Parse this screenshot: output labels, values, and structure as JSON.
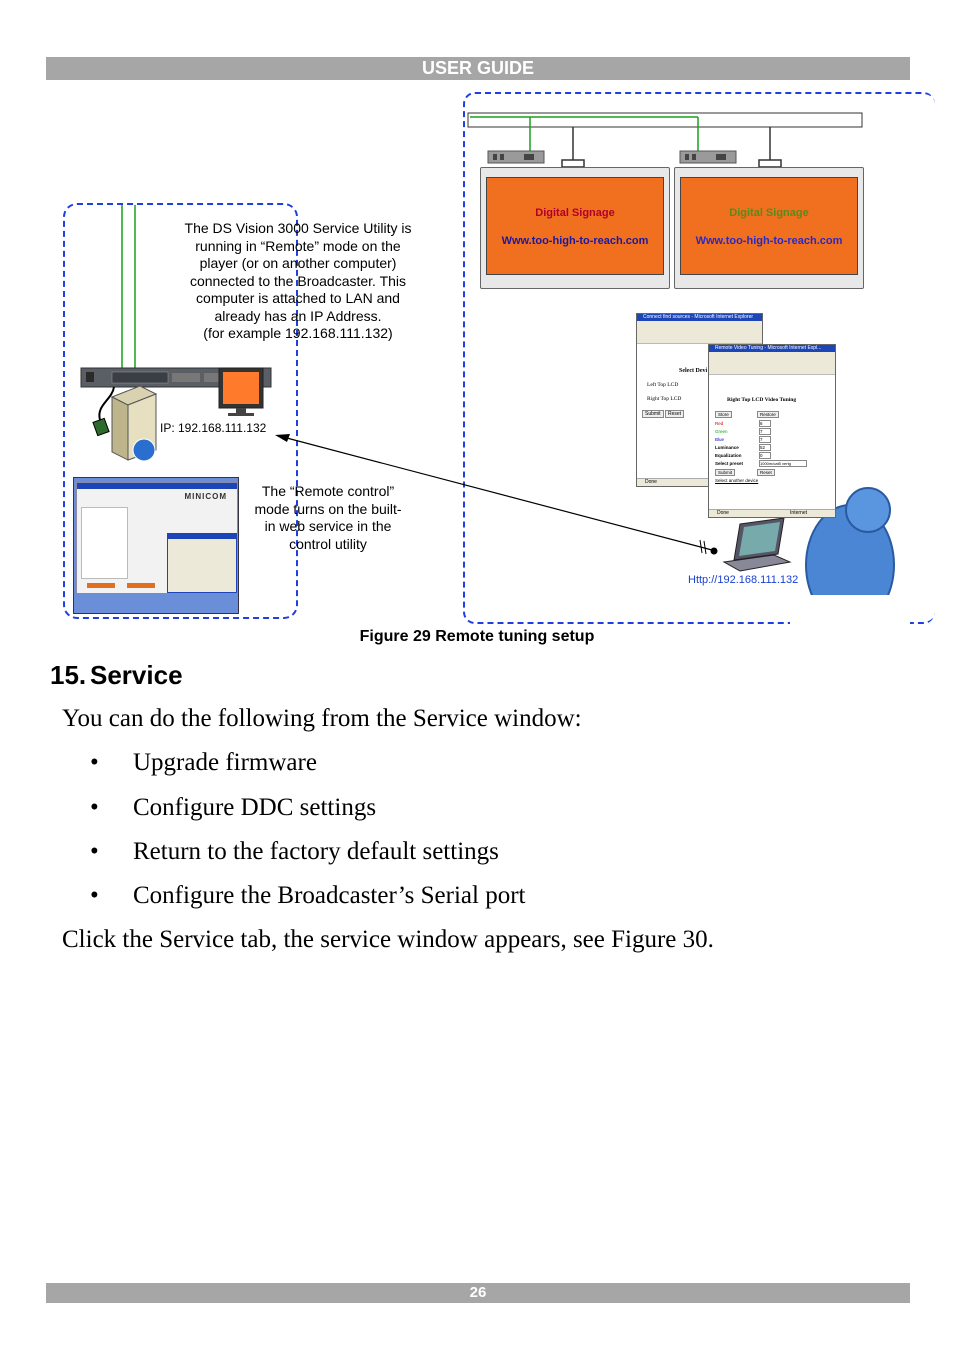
{
  "header": {
    "title": "USER GUIDE"
  },
  "figure": {
    "annotation_utility": [
      "The DS Vision 3000 Service Utility is",
      "running in “Remote” mode on the",
      "player (or on another computer)",
      "connected to the Broadcaster. This",
      "computer is attached to LAN and",
      "already has an IP Address.",
      "(for example 192.168.111.132)"
    ],
    "ip_label": "IP: 192.168.111.132",
    "annotation_remote": [
      "The “Remote control”",
      "mode turns on the built-",
      "in web service in the",
      "control utility"
    ],
    "signage": [
      {
        "title": "Digital Signage",
        "url": "Www.too-high-to-reach.com"
      },
      {
        "title": "Digital Signage",
        "url": "Www.too-high-to-reach.com"
      }
    ],
    "http_label": "Http://192.168.111.132",
    "utility_brand": "MINICOM",
    "browser_back": {
      "title": "Connect find sources - Microsoft Internet Explorer",
      "heading": "Select Devi",
      "options": [
        "Left Top LCD",
        "Right Top LCD"
      ],
      "buttons": [
        "Submit",
        "Reset"
      ],
      "status": "Done"
    },
    "browser_front": {
      "title": "Remote Video Tuning - Microsoft Internet Expl...",
      "heading": "Right Top LCD Video Tuning",
      "rows": [
        {
          "label": "Red",
          "value": "6"
        },
        {
          "label": "Green",
          "value": "7"
        },
        {
          "label": "Blue",
          "value": "7"
        },
        {
          "label": "Luminance",
          "value": "52"
        },
        {
          "label": "Equalization",
          "value": "0"
        },
        {
          "label": "Select preset",
          "value": "1000m/cat5 vertg"
        }
      ],
      "buttons": [
        "Store",
        "Restore",
        "Submit",
        "Reset"
      ],
      "link": "Select another device",
      "status": "Done",
      "zone": "Internet"
    },
    "colors": {
      "dash": "#1f3fe0",
      "screen": "#f07020",
      "cable": "#1aa01a"
    }
  },
  "caption": "Figure 29 Remote tuning setup",
  "section": {
    "number": "15.",
    "title": "Service"
  },
  "intro": "You can do the following from the Service window:",
  "bullets": [
    "Upgrade firmware",
    "Configure DDC settings",
    "Return to the factory default settings",
    "Configure the Broadcaster’s Serial port"
  ],
  "closing": "Click the Service tab, the service window appears, see Figure 30.",
  "footer": {
    "page": "26"
  }
}
